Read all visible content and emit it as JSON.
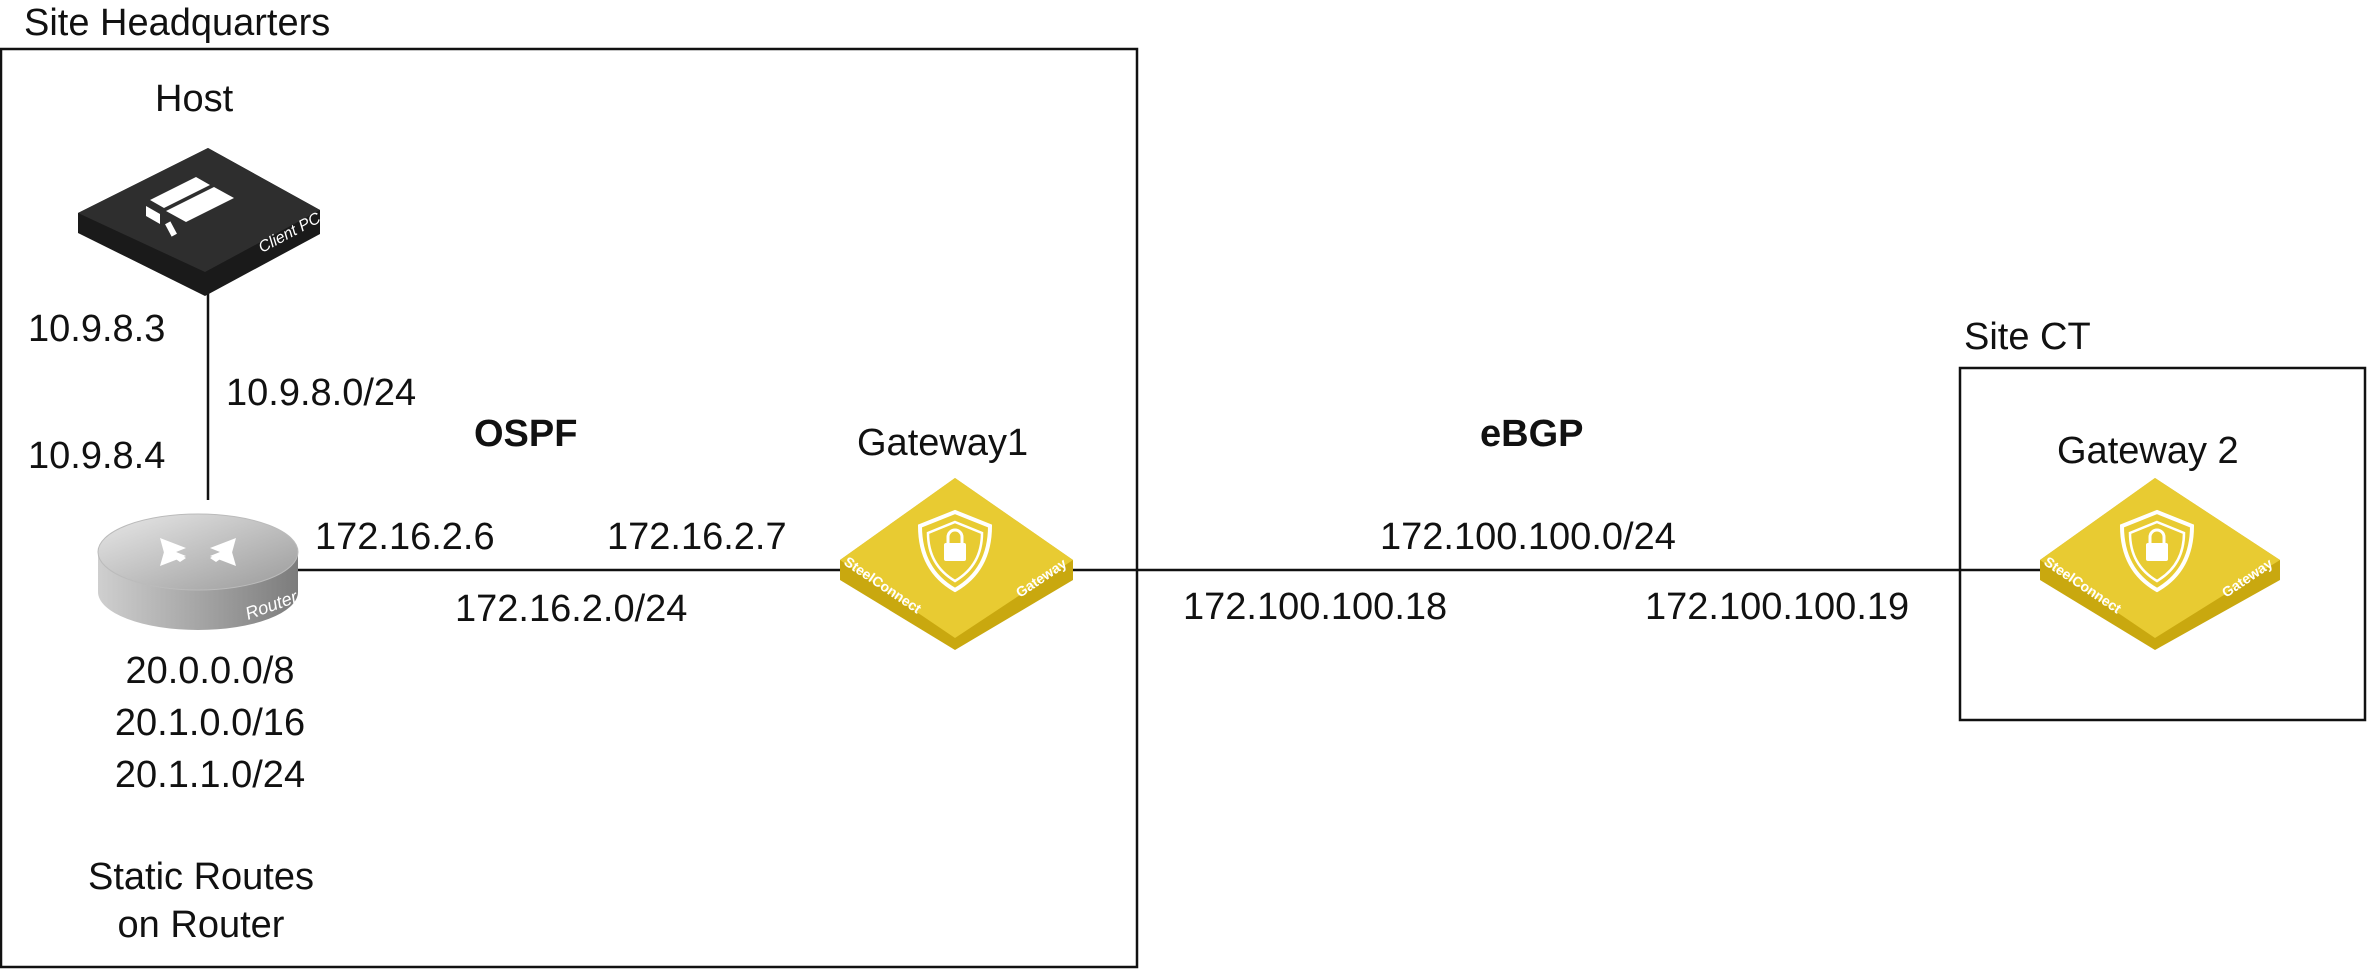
{
  "sites": {
    "headquarters": {
      "label": "Site Headquarters"
    },
    "ct": {
      "label": "Site CT"
    }
  },
  "devices": {
    "host": {
      "title": "Host",
      "badge": "Client PC",
      "icon": "client-pc-icon",
      "color": "#2b2b2b"
    },
    "router": {
      "badge": "Router",
      "icon": "router-icon",
      "color": "#a9a9a9"
    },
    "gateway1": {
      "title": "Gateway1",
      "badge_left": "SteelConnect",
      "badge_right": "Gateway",
      "icon": "gateway-shield-icon",
      "color": "#e6c72a"
    },
    "gateway2": {
      "title": "Gateway 2",
      "badge_left": "SteelConnect",
      "badge_right": "Gateway",
      "icon": "gateway-shield-icon",
      "color": "#e6c72a"
    }
  },
  "links": {
    "host_router": {
      "host_ip": "10.9.8.3",
      "router_ip": "10.9.8.4",
      "subnet": "10.9.8.0/24"
    },
    "router_gw1": {
      "protocol": "OSPF",
      "router_ip": "172.16.2.6",
      "gw_ip": "172.16.2.7",
      "subnet": "172.16.2.0/24"
    },
    "gw1_gw2": {
      "protocol": "eBGP",
      "gw1_ip": "172.100.100.18",
      "gw2_ip": "172.100.100.19",
      "subnet": "172.100.100.0/24"
    }
  },
  "static_routes": {
    "routes": [
      "20.0.0.0/8",
      "20.1.0.0/16",
      "20.1.1.0/24"
    ],
    "caption_line1": "Static Routes",
    "caption_line2": "on Router"
  }
}
